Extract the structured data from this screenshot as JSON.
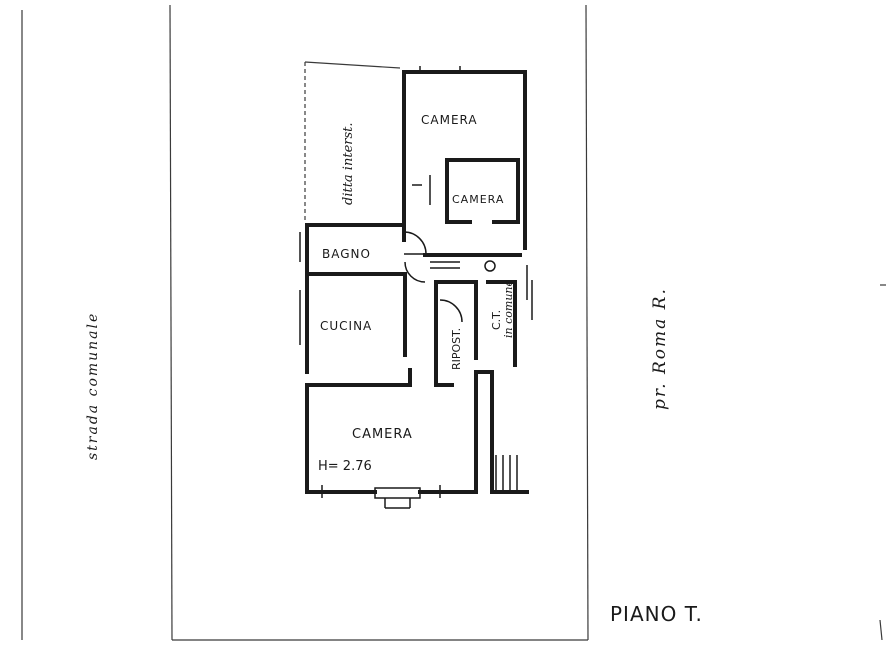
{
  "rooms": {
    "camera_top": "CAMERA",
    "camera_middle": "CAMERA",
    "bagno": "BAGNO",
    "cucina": "CUCINA",
    "ripost": "RIPOST.",
    "ct": "C.T.",
    "ct_note": "in comune",
    "camera_bottom": "CAMERA"
  },
  "height_label": "H= 2.76",
  "neighbor_label": "ditta interst.",
  "street_label": "strada comunale",
  "road_label": "pr. Roma R.",
  "floor_label": "PIANO T.",
  "colors": {
    "ink": "#1a1a1a",
    "paper": "#ffffff"
  }
}
